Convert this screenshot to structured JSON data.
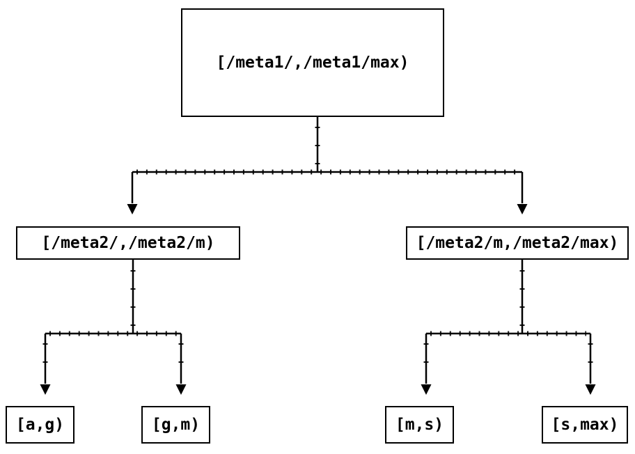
{
  "diagram": {
    "type": "binary-tree",
    "background_color": "#ffffff",
    "line_color": "#000000",
    "nodes": {
      "root": {
        "label": "[/meta1/,/meta1/max)"
      },
      "meta2_low": {
        "label": "[/meta2/,/meta2/m)"
      },
      "meta2_high": {
        "label": "[/meta2/m,/meta2/max)"
      },
      "leaf_ag": {
        "label": "[a,g)"
      },
      "leaf_gm": {
        "label": "[g,m)"
      },
      "leaf_ms": {
        "label": "[m,s)"
      },
      "leaf_smax": {
        "label": "[s,max)"
      }
    },
    "edges": [
      {
        "from": "root",
        "to": "meta2_low"
      },
      {
        "from": "root",
        "to": "meta2_high"
      },
      {
        "from": "meta2_low",
        "to": "leaf_ag"
      },
      {
        "from": "meta2_low",
        "to": "leaf_gm"
      },
      {
        "from": "meta2_high",
        "to": "leaf_ms"
      },
      {
        "from": "meta2_high",
        "to": "leaf_smax"
      }
    ]
  }
}
